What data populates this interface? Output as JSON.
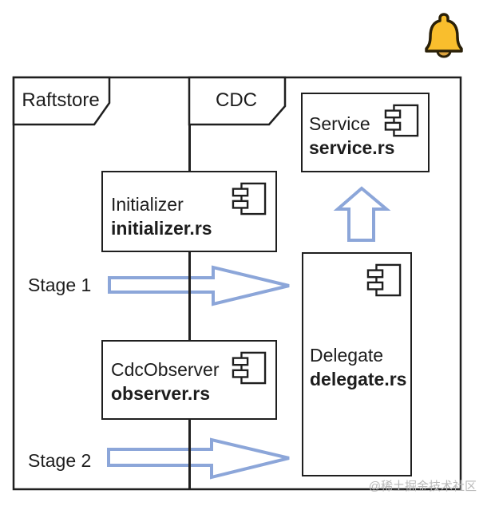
{
  "colors": {
    "line": "#1f1f1f",
    "arrow": "#8ca6d9",
    "watermark": "#b9b9b9",
    "bell_body": "#f9be2d",
    "bell_outline": "#2a2008",
    "bell_clapper": "#dda43f"
  },
  "icons": {
    "bell": "bell-icon",
    "component": "uml-component-icon"
  },
  "diagram": {
    "partitions": [
      {
        "label": "Raftstore"
      },
      {
        "label": "CDC"
      }
    ],
    "components": [
      {
        "name": "Initializer",
        "file": "initializer.rs"
      },
      {
        "name": "Service",
        "file": "service.rs"
      },
      {
        "name": "CdcObserver",
        "file": "observer.rs"
      },
      {
        "name": "Delegate",
        "file": "delegate.rs"
      }
    ],
    "stages": [
      {
        "label": "Stage 1"
      },
      {
        "label": "Stage 2"
      }
    ]
  },
  "watermark": {
    "text": "@稀土掘金技术社区"
  }
}
